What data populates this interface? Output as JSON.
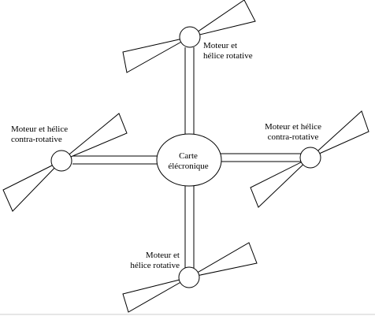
{
  "diagram": {
    "center_label_line1": "Carte",
    "center_label_line2": "élécronique",
    "motor_top_line1": "Moteur et",
    "motor_top_line2": "hélice rotative",
    "motor_bottom_line1": "Moteur et",
    "motor_bottom_line2": "hélice rotative",
    "motor_left_line1": "Moteur et hélice",
    "motor_left_line2": "contra-rotative",
    "motor_right_line1": "Moteur et hélice",
    "motor_right_line2": "contra-rotative"
  },
  "colors": {
    "stroke": "#000000",
    "fill": "#ffffff"
  }
}
